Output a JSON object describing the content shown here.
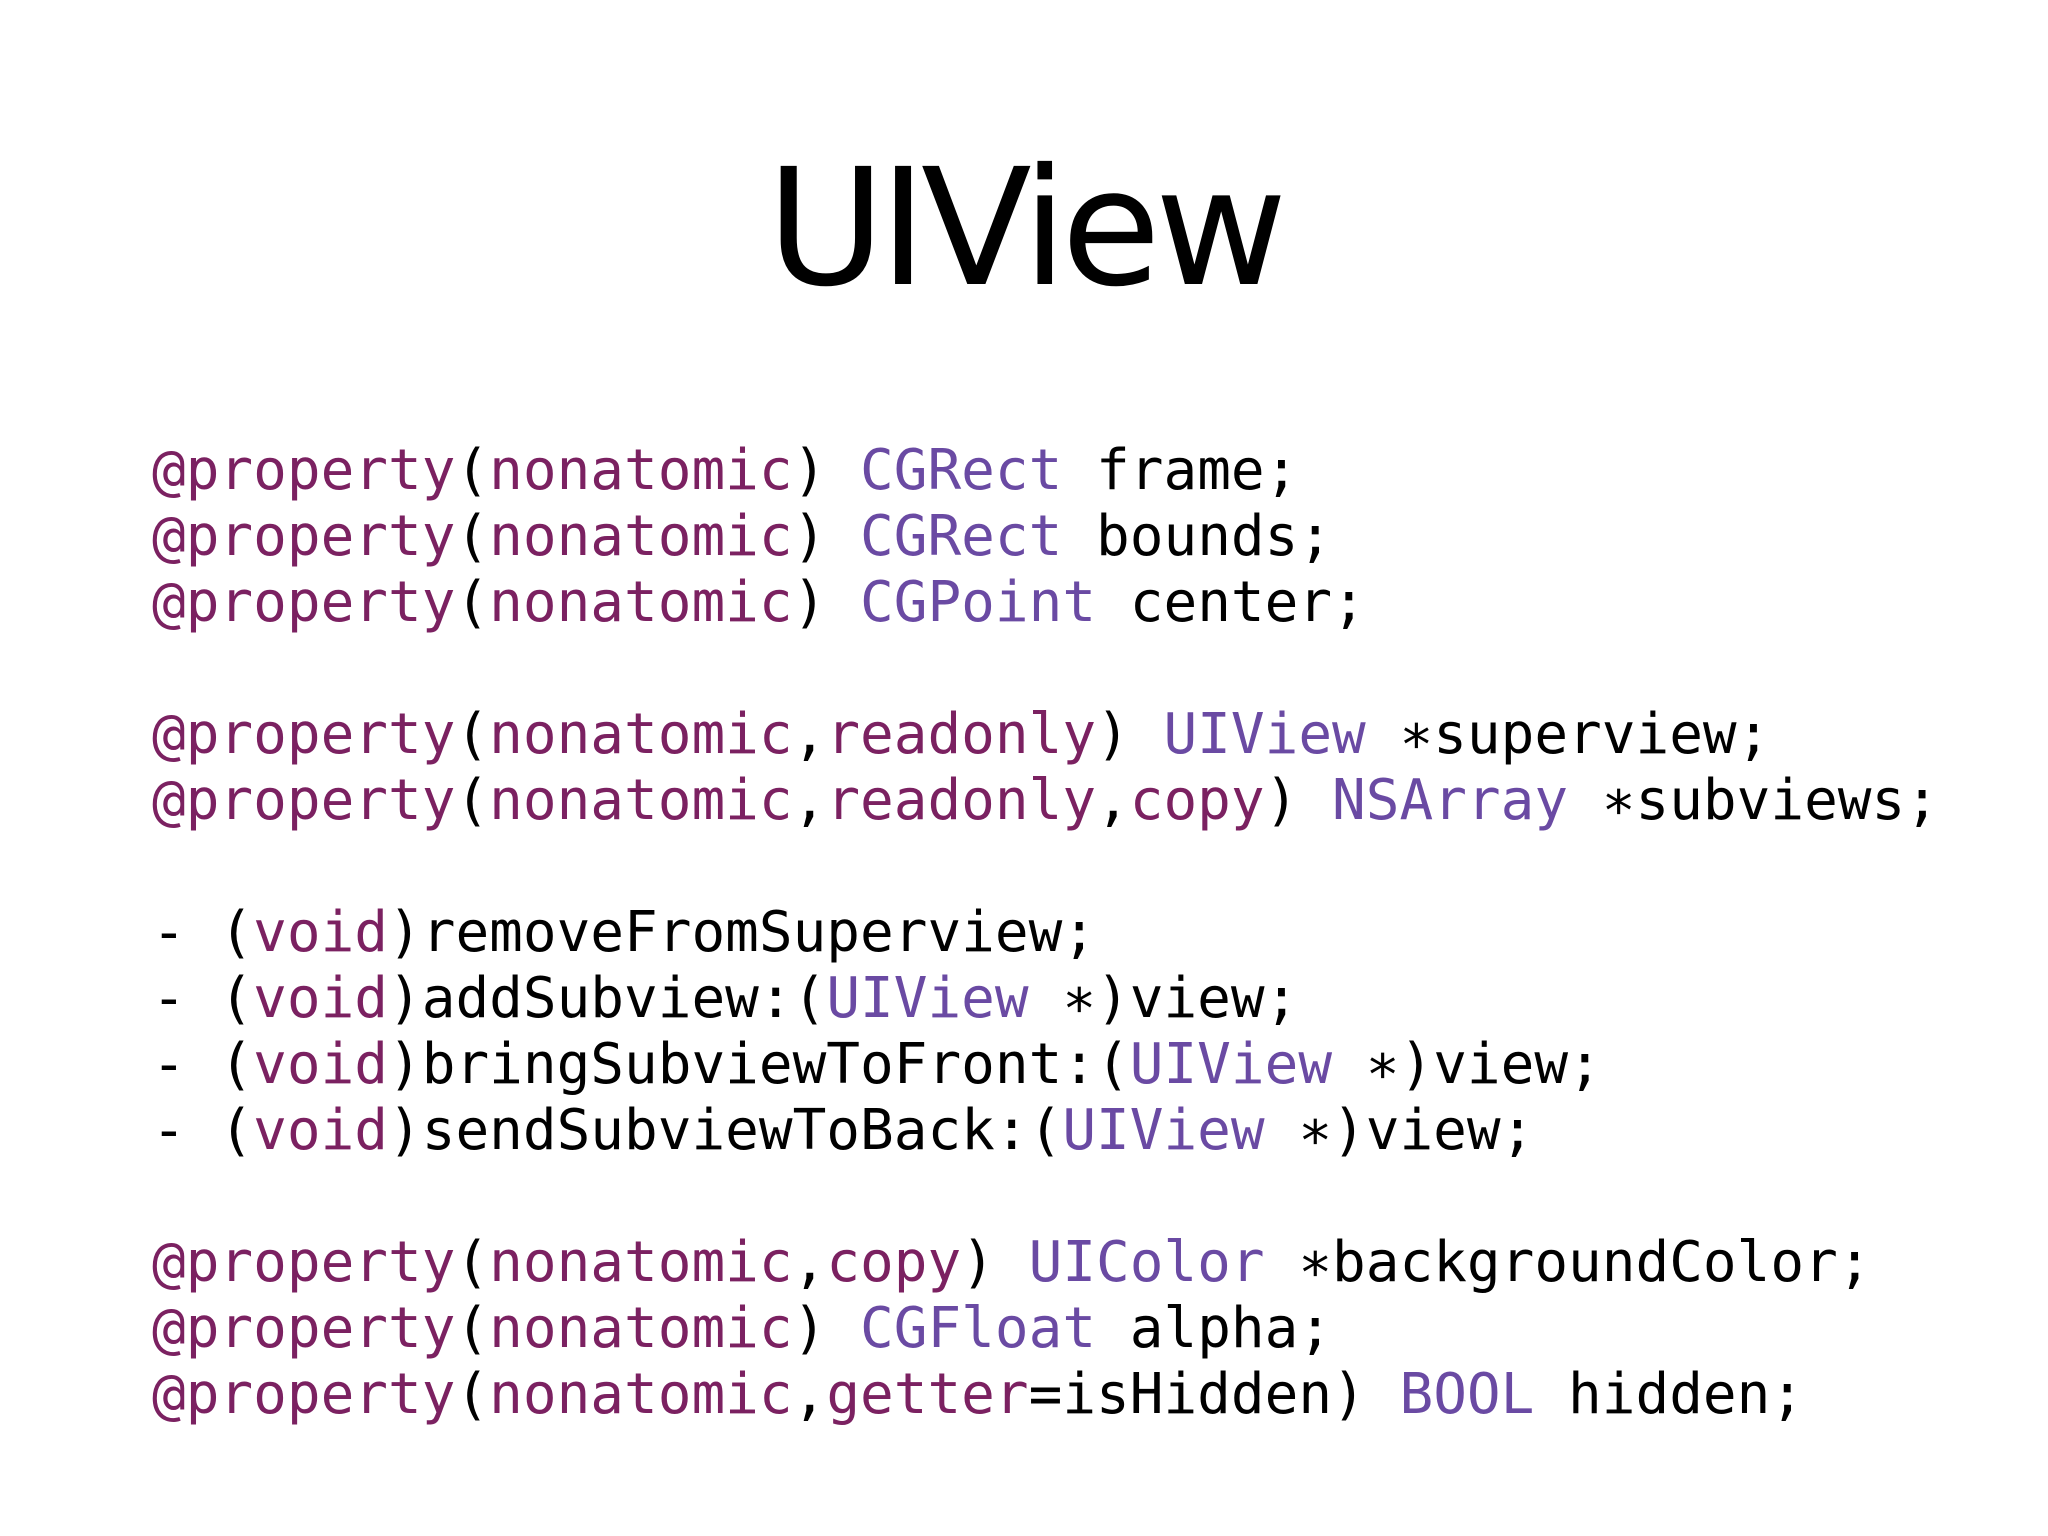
{
  "slide": {
    "title": "UIView"
  },
  "colors": {
    "keyword": "#7b2161",
    "type": "#6a4aa3",
    "plain": "#000000",
    "background": "#ffffff"
  },
  "code_groups": [
    {
      "lines": [
        [
          {
            "t": "@property",
            "c": "kw"
          },
          {
            "t": "(",
            "c": "pl"
          },
          {
            "t": "nonatomic",
            "c": "kw"
          },
          {
            "t": ") ",
            "c": "pl"
          },
          {
            "t": "CGRect",
            "c": "ty"
          },
          {
            "t": " frame;",
            "c": "pl"
          }
        ],
        [
          {
            "t": "@property",
            "c": "kw"
          },
          {
            "t": "(",
            "c": "pl"
          },
          {
            "t": "nonatomic",
            "c": "kw"
          },
          {
            "t": ") ",
            "c": "pl"
          },
          {
            "t": "CGRect",
            "c": "ty"
          },
          {
            "t": " bounds;",
            "c": "pl"
          }
        ],
        [
          {
            "t": "@property",
            "c": "kw"
          },
          {
            "t": "(",
            "c": "pl"
          },
          {
            "t": "nonatomic",
            "c": "kw"
          },
          {
            "t": ") ",
            "c": "pl"
          },
          {
            "t": "CGPoint",
            "c": "ty"
          },
          {
            "t": " center;",
            "c": "pl"
          }
        ]
      ]
    },
    {
      "lines": [
        [
          {
            "t": "@property",
            "c": "kw"
          },
          {
            "t": "(",
            "c": "pl"
          },
          {
            "t": "nonatomic",
            "c": "kw"
          },
          {
            "t": ",",
            "c": "pl"
          },
          {
            "t": "readonly",
            "c": "kw"
          },
          {
            "t": ") ",
            "c": "pl"
          },
          {
            "t": "UIView",
            "c": "ty"
          },
          {
            "t": " ∗superview;",
            "c": "pl"
          }
        ],
        [
          {
            "t": "@property",
            "c": "kw"
          },
          {
            "t": "(",
            "c": "pl"
          },
          {
            "t": "nonatomic",
            "c": "kw"
          },
          {
            "t": ",",
            "c": "pl"
          },
          {
            "t": "readonly",
            "c": "kw"
          },
          {
            "t": ",",
            "c": "pl"
          },
          {
            "t": "copy",
            "c": "kw"
          },
          {
            "t": ") ",
            "c": "pl"
          },
          {
            "t": "NSArray",
            "c": "ty"
          },
          {
            "t": " ∗subviews;",
            "c": "pl"
          }
        ]
      ]
    },
    {
      "lines": [
        [
          {
            "t": "- (",
            "c": "pl"
          },
          {
            "t": "void",
            "c": "kw"
          },
          {
            "t": ")removeFromSuperview;",
            "c": "pl"
          }
        ],
        [
          {
            "t": "- (",
            "c": "pl"
          },
          {
            "t": "void",
            "c": "kw"
          },
          {
            "t": ")addSubview:(",
            "c": "pl"
          },
          {
            "t": "UIView",
            "c": "ty"
          },
          {
            "t": " ∗)view;",
            "c": "pl"
          }
        ],
        [
          {
            "t": "- (",
            "c": "pl"
          },
          {
            "t": "void",
            "c": "kw"
          },
          {
            "t": ")bringSubviewToFront:(",
            "c": "pl"
          },
          {
            "t": "UIView",
            "c": "ty"
          },
          {
            "t": " ∗)view;",
            "c": "pl"
          }
        ],
        [
          {
            "t": "- (",
            "c": "pl"
          },
          {
            "t": "void",
            "c": "kw"
          },
          {
            "t": ")sendSubviewToBack:(",
            "c": "pl"
          },
          {
            "t": "UIView",
            "c": "ty"
          },
          {
            "t": " ∗)view;",
            "c": "pl"
          }
        ]
      ]
    },
    {
      "lines": [
        [
          {
            "t": "@property",
            "c": "kw"
          },
          {
            "t": "(",
            "c": "pl"
          },
          {
            "t": "nonatomic",
            "c": "kw"
          },
          {
            "t": ",",
            "c": "pl"
          },
          {
            "t": "copy",
            "c": "kw"
          },
          {
            "t": ") ",
            "c": "pl"
          },
          {
            "t": "UIColor",
            "c": "ty"
          },
          {
            "t": " ∗backgroundColor;",
            "c": "pl"
          }
        ],
        [
          {
            "t": "@property",
            "c": "kw"
          },
          {
            "t": "(",
            "c": "pl"
          },
          {
            "t": "nonatomic",
            "c": "kw"
          },
          {
            "t": ") ",
            "c": "pl"
          },
          {
            "t": "CGFloat",
            "c": "ty"
          },
          {
            "t": " alpha;",
            "c": "pl"
          }
        ],
        [
          {
            "t": "@property",
            "c": "kw"
          },
          {
            "t": "(",
            "c": "pl"
          },
          {
            "t": "nonatomic",
            "c": "kw"
          },
          {
            "t": ",",
            "c": "pl"
          },
          {
            "t": "getter",
            "c": "kw"
          },
          {
            "t": "=isHidden) ",
            "c": "pl"
          },
          {
            "t": "BOOL",
            "c": "ty"
          },
          {
            "t": " hidden;",
            "c": "pl"
          }
        ]
      ]
    }
  ]
}
